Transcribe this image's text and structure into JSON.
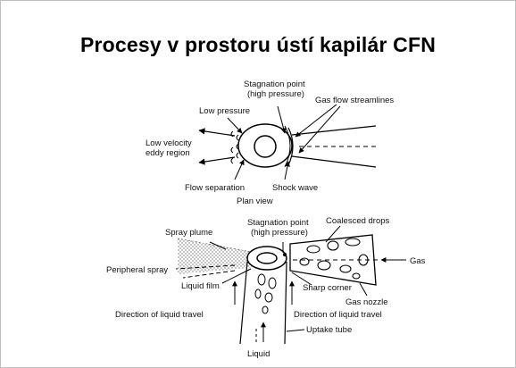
{
  "title": "Procesy v prostoru ústí  kapilár CFN",
  "plan": {
    "stagnation_line1": "Stagnation point",
    "stagnation_line2": "(high pressure)",
    "gas_flow": "Gas flow streamlines",
    "low_pressure": "Low pressure",
    "low_velocity_line1": "Low velocity",
    "low_velocity_line2": "eddy region",
    "flow_separation": "Flow separation",
    "shock_wave": "Shock wave",
    "plan_view": "Plan view"
  },
  "side": {
    "spray_plume": "Spray plume",
    "stagnation_line1": "Stagnation point",
    "stagnation_line2": "(high pressure)",
    "coalesced_drops": "Coalesced drops",
    "gas": "Gas",
    "peripheral_spray": "Peripheral spray",
    "liquid_film": "Liquid film",
    "sharp_corner": "Sharp corner",
    "gas_nozzle": "Gas nozzle",
    "dir_liquid_left": "Direction of liquid travel",
    "dir_liquid_right": "Direction of liquid travel",
    "uptake_tube": "Uptake tube",
    "liquid": "Liquid"
  }
}
